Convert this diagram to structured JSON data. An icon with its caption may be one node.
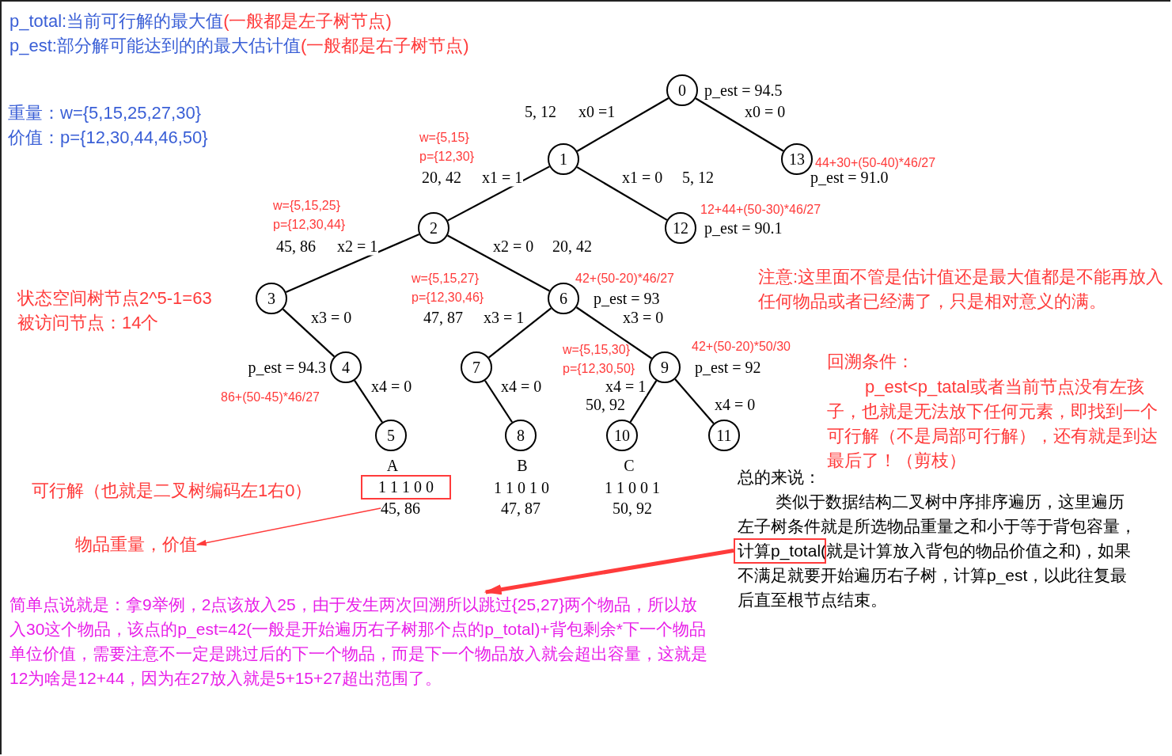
{
  "diagram": {
    "nodes": [
      {
        "text": [
          "0"
        ],
        "beside": [
          "p_est = 94.5"
        ]
      },
      {
        "text": [
          "1"
        ],
        "beside": [
          "5, 12"
        ]
      },
      {
        "text": [
          "2"
        ],
        "beside": [
          "20, 42"
        ]
      },
      {
        "text": [
          "3"
        ],
        "beside": [
          "45, 86"
        ]
      },
      {
        "text": [
          "4"
        ],
        "beside": [
          "p_est = 94.3",
          "86+(50-45)*46/27"
        ]
      },
      {
        "text": [
          "5"
        ],
        "beside": [
          "A"
        ]
      },
      {
        "text": [
          "6"
        ],
        "beside": [
          "20, 42",
          "42+(50-20)*46/27",
          "p_est = 93"
        ]
      },
      {
        "text": [
          "7"
        ],
        "beside": [
          "47, 87"
        ]
      },
      {
        "text": [
          "8"
        ],
        "beside": [
          "B"
        ]
      },
      {
        "text": [
          "9"
        ],
        "beside": [
          "w={5,15,30}",
          "p={12,30,50}",
          "42+(50-20)*50/30",
          "p_est = 92"
        ]
      },
      {
        "text": [
          "10"
        ],
        "beside": [
          "50, 92",
          "C"
        ]
      },
      {
        "text": [
          "11"
        ]
      },
      {
        "text": [
          "12"
        ],
        "beside": [
          "5, 12",
          "12+44+(50-30)*46/27",
          "p_est = 90.1"
        ]
      },
      {
        "text": [
          "13"
        ],
        "beside": [
          "44+30+(50-40)*46/27",
          "p_est = 91.0"
        ]
      },
      {
        "text": [
          "1 1 1 0 0"
        ]
      },
      {
        "text": [
          "45, 86"
        ]
      },
      {
        "text": [
          "物品重量，价值"
        ]
      },
      {
        "text": [],
        "shape": "box"
      },
      {
        "text": [
          "简单点说就是：拿9举例，2点该放入25，由于发生两次回溯所以跳过{25,27}两个物品，所以放入30这个物品，该点的p_est=42(一般是开始遍历右子树那个点的p_total)+背包剩余*下一个物品单位价值，需要注意不一定是跳过后的下一个物品，而是下一个物品放入就会超出容量，这就是12为啥是12+44，因为在27放入就是5+15+27超出范围了。"
        ]
      }
    ],
    "edges": [
      {
        "from": 0,
        "to": 1,
        "arrow": "none",
        "label": "x0 =1"
      },
      {
        "from": 0,
        "to": 13,
        "arrow": "none",
        "label": "x0 = 0"
      },
      {
        "from": 1,
        "to": 2,
        "arrow": "none",
        "label": "x1 = 1"
      },
      {
        "from": 1,
        "to": 12,
        "arrow": "none",
        "label": "x1 = 0"
      },
      {
        "from": 2,
        "to": 3,
        "arrow": "none",
        "label": "x2 = 1"
      },
      {
        "from": 2,
        "to": 6,
        "arrow": "none",
        "label": "x2 = 0"
      },
      {
        "from": 3,
        "to": 4,
        "arrow": "none",
        "label": "x3 = 0"
      },
      {
        "from": 4,
        "to": 5,
        "arrow": "none",
        "label": "x4 = 0"
      },
      {
        "from": 6,
        "to": 7,
        "arrow": "none",
        "label": "x3 = 1"
      },
      {
        "from": 6,
        "to": 9,
        "arrow": "none",
        "label": "x3 = 0"
      },
      {
        "from": 7,
        "to": 8,
        "arrow": "none",
        "label": "x4 = 0"
      },
      {
        "from": 9,
        "to": 10,
        "arrow": "none",
        "label": "x4 = 1"
      },
      {
        "from": 9,
        "to": 11,
        "arrow": "none",
        "label": "x4 = 0"
      },
      {
        "from": 15,
        "to": 16,
        "arrow": "to",
        "color": "#ff3b3b"
      },
      {
        "from": 17,
        "to": 18,
        "arrow": "to",
        "style": "thick",
        "color": "#ff3b3b"
      }
    ],
    "labels": [
      "p_total:当前可行解的最大值",
      "(一般都是左子树节点)",
      "p_est:部分解可能达到的的最大估计值",
      "(一般都是右子树节点)",
      "重量：w={5,15,25,27,30}",
      "价值：p={12,30,44,46,50}",
      "w={5,15}",
      "p={12,30}",
      "w={5,15,25}",
      "p={12,30,44}",
      "注意:这里面不管是估计值还是最大值都是不能再放入任何物品或者已经满了，只是相对意义的满。",
      "状态空间树节点2^5-1=63",
      "被访问节点：14个",
      "w={5,15,27}",
      "p={12,30,46}",
      "回溯条件：",
      "p_est<p_tatal或者当前节点没有左孩子，也就是无法放下任何元素，即找到一个可行解（不是局部可行解），还有就是到达最后了！（剪枝）",
      "可行解（也就是二叉树编码左1右0）",
      "1 1 0 1 0",
      "1 1 0 0 1",
      "总的来说：",
      "类似于数据结构二叉树中序排序遍历，这里遍历左子树条件就是所选物品重量之和小于等于背包容量，计算p_total(就是计算放入背包的物品价值之和)，如果不满足就要开始遍历右子树，计算p_est，以此往复最后直至根节点结束。",
      "47, 87",
      "50, 92"
    ]
  }
}
